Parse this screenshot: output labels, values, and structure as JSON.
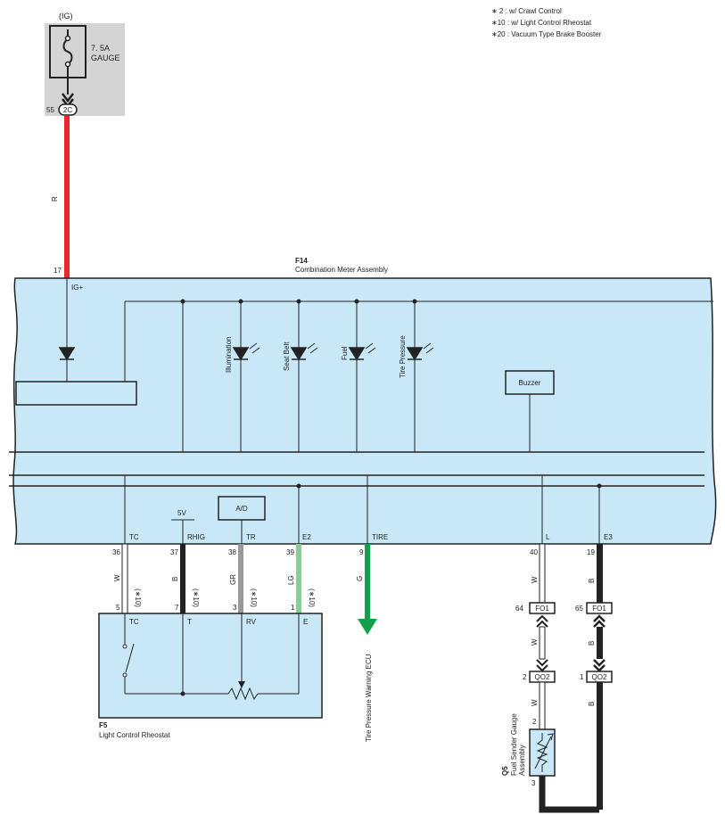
{
  "notes": [
    "∗ 2 : w/ Crawl Control",
    "∗10 : w/ Light Control Rheostat",
    "∗20 : Vacuum Type Brake Booster"
  ],
  "fuse": {
    "circuit": "(IG)",
    "rating": "7. 5A",
    "name": "GAUGE",
    "pin": "55",
    "connector": "2C"
  },
  "meter": {
    "id": "F14",
    "name": "Combination Meter Assembly",
    "ig_pin": "17",
    "ig_label": "IG+"
  },
  "leds": [
    "Illumination",
    "Seat Belt",
    "Fuel",
    "Tire Pressure"
  ],
  "buzzer": "Buzzer",
  "ad": "A/D",
  "vref": "5V",
  "terminals": [
    {
      "pin": "36",
      "name": "TC",
      "wire": "W",
      "note": "(∗10)"
    },
    {
      "pin": "37",
      "name": "RHIG",
      "wire": "B",
      "note": "(∗10)"
    },
    {
      "pin": "38",
      "name": "TR",
      "wire": "GR",
      "note": "(∗10)"
    },
    {
      "pin": "39",
      "name": "E2",
      "wire": "LG",
      "note": "(∗10)"
    },
    {
      "pin": "9",
      "name": "TIRE",
      "wire": "G",
      "note": ""
    },
    {
      "pin": "40",
      "name": "L",
      "wire": "W",
      "note": ""
    },
    {
      "pin": "19",
      "name": "E3",
      "wire": "B",
      "note": ""
    }
  ],
  "ig_wire": "R",
  "rheostat": {
    "id": "F5",
    "name": "Light Control Rheostat",
    "pins": [
      {
        "pin": "5",
        "name": "TC"
      },
      {
        "pin": "7",
        "name": "T"
      },
      {
        "pin": "3",
        "name": "RV"
      },
      {
        "pin": "1",
        "name": "E"
      }
    ]
  },
  "tire_ecu": "Tire Pressure Warning ECU",
  "fo1": {
    "name": "FO1",
    "pin_l": "64",
    "pin_r": "65",
    "wire_l": "W",
    "wire_r": "B"
  },
  "qo2": {
    "name": "QO2",
    "pin_l": "2",
    "pin_r": "1",
    "wire_l": "W",
    "wire_r": "B"
  },
  "sender": {
    "id": "Q5",
    "name1": "Fuel Sender Gauge",
    "name2": "Assembly",
    "pin_top": "2",
    "pin_bot": "3"
  },
  "colors": {
    "box": "#c8e8f8",
    "red": "#e8282e",
    "green": "#12a04a",
    "grey": "#999999",
    "lightgreen": "#88cc9a",
    "black": "#222222",
    "shade": "#d4d4d4"
  }
}
